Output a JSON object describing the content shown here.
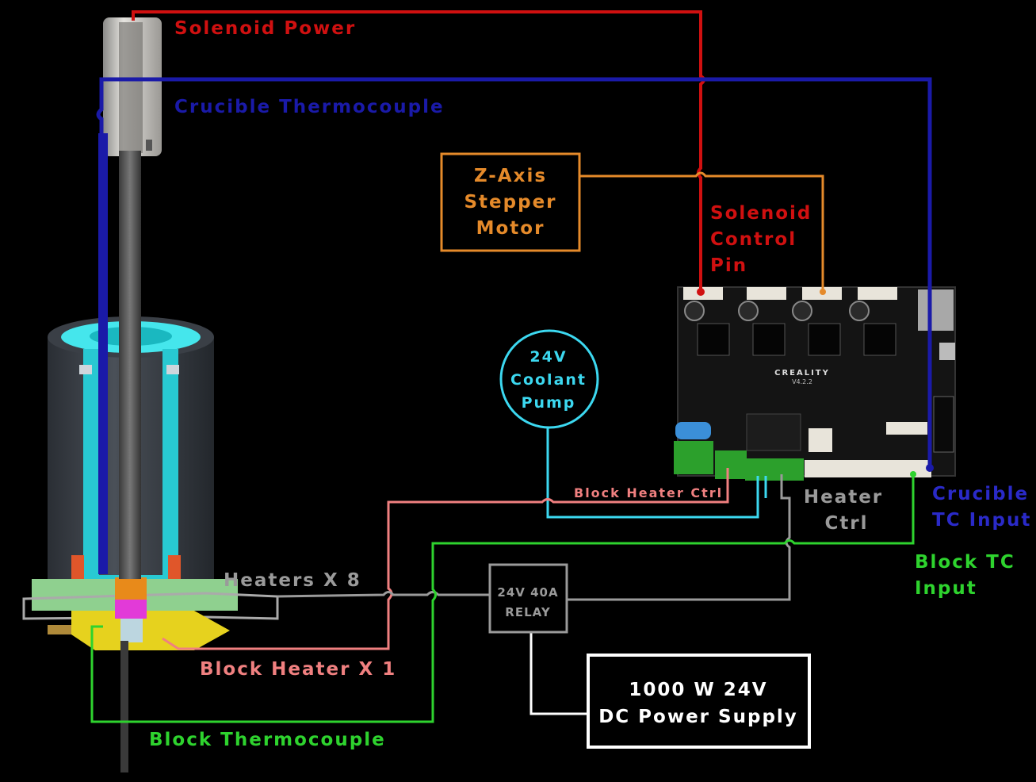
{
  "labels": {
    "solenoid_power": "Solenoid Power",
    "crucible_thermocouple": "Crucible Thermocouple",
    "z_axis": [
      "Z-Axis",
      "Stepper",
      "Motor"
    ],
    "solenoid_control": [
      "Solenoid",
      "Control",
      "Pin"
    ],
    "pump": [
      "24V",
      "Coolant",
      "Pump"
    ],
    "block_heater_ctrl": "Block Heater Ctrl",
    "heater_ctrl": [
      "Heater",
      "Ctrl"
    ],
    "crucible_tc_input": [
      "Crucible",
      "TC Input"
    ],
    "block_tc_input": [
      "Block TC",
      "Input"
    ],
    "heaters_x8": "Heaters X 8",
    "relay": [
      "24V 40A",
      "RELAY"
    ],
    "psu": [
      "1000 W 24V",
      "DC Power Supply"
    ],
    "block_heater_x1": "Block Heater X 1",
    "block_thermocouple": "Block Thermocouple",
    "board_brand": "CREALITY",
    "board_version": "V4.2.2"
  },
  "colors": {
    "solenoid_power": "#d01010",
    "crucible_tc": "#1a1aa8",
    "z_axis": "#e58a2a",
    "pump": "#3cd8f0",
    "block_heater": "#f08080",
    "heater_ctrl": "#9a9a9a",
    "block_tc": "#2ed32e",
    "psu": "#ffffff"
  }
}
